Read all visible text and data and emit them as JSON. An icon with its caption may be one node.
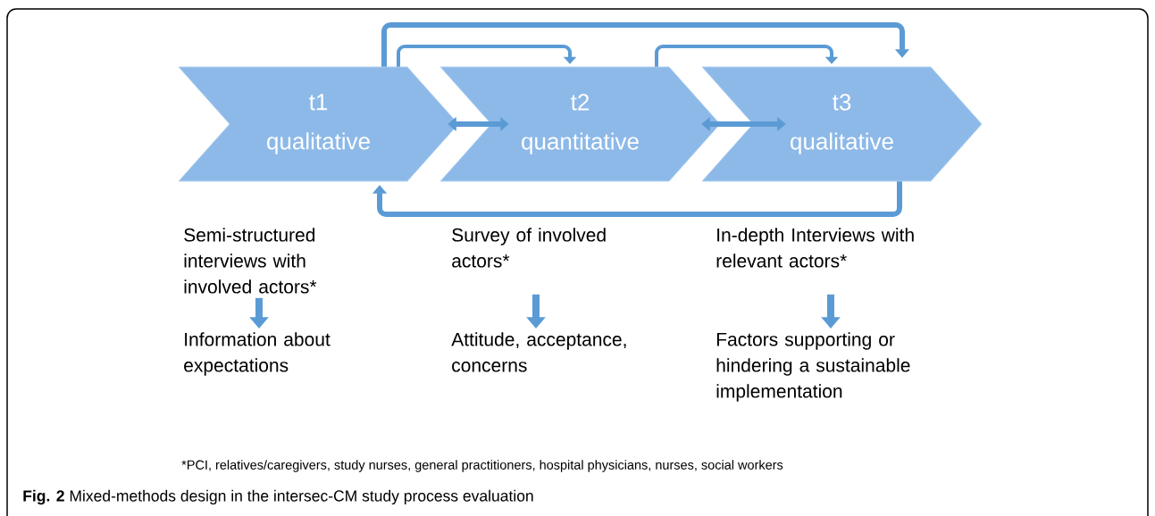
{
  "diagram": {
    "caption": "**Fig. 2** Mixed-methods design in the intersec-CM study process evaluation",
    "nodes": [
      {
        "text": [
          "t1",
          "qualitative"
        ]
      },
      {
        "text": [
          "t2",
          "quantitative"
        ]
      },
      {
        "text": [
          "t3",
          "qualitative"
        ]
      },
      {
        "text": [
          "Semi-structured interviews with involved actors*"
        ]
      },
      {
        "text": [
          "Information about expectations"
        ]
      },
      {
        "text": [
          "Survey of involved actors*"
        ]
      },
      {
        "text": [
          "Attitude, acceptance, concerns"
        ]
      },
      {
        "text": [
          "In-depth Interviews with relevant actors*"
        ]
      },
      {
        "text": [
          "Factors supporting or hindering a sustainable implementation"
        ]
      }
    ],
    "edges": [
      {
        "from": 0,
        "to": 1,
        "arrow": "both"
      },
      {
        "from": 1,
        "to": 2,
        "arrow": "both"
      },
      {
        "from": 0,
        "to": 1,
        "arrow": "to"
      },
      {
        "from": 1,
        "to": 2,
        "arrow": "to"
      },
      {
        "from": 0,
        "to": 2,
        "arrow": "to"
      },
      {
        "from": 2,
        "to": 0,
        "arrow": "to"
      },
      {
        "from": 3,
        "to": 4,
        "arrow": "to"
      },
      {
        "from": 5,
        "to": 6,
        "arrow": "to"
      },
      {
        "from": 7,
        "to": 8,
        "arrow": "to"
      }
    ],
    "labels": [
      "*PCI, relatives/caregivers, study nurses, general practitioners, hospital physicians, nurses, social workers"
    ]
  }
}
